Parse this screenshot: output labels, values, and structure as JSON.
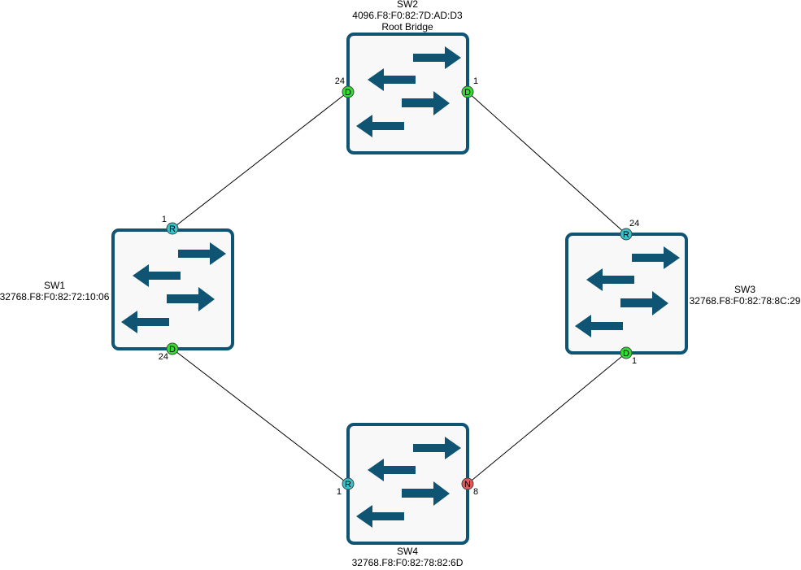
{
  "colors": {
    "switch_border": "#0f5472",
    "switch_fill": "#f8f8f8",
    "arrow": "#0f5472",
    "link": "#000000",
    "role_designated": "#33dd33",
    "role_root": "#33c4cc",
    "role_blocked": "#e85757"
  },
  "switches": [
    {
      "id": "sw2",
      "name": "SW2",
      "bridge_id": "4096.F8:F0:82:7D:AD:D3",
      "note": "Root Bridge",
      "icon": "network-switch-icon"
    },
    {
      "id": "sw1",
      "name": "SW1",
      "bridge_id": "32768.F8:F0:82:72:10:06",
      "icon": "network-switch-icon"
    },
    {
      "id": "sw3",
      "name": "SW3",
      "bridge_id": "32768.F8:F0:82:78:8C:29",
      "icon": "network-switch-icon"
    },
    {
      "id": "sw4",
      "name": "SW4",
      "bridge_id": "32768.F8:F0:82:78:82:6D",
      "icon": "network-switch-icon"
    }
  ],
  "ports": {
    "sw2_p24": {
      "number": "24",
      "role": "D"
    },
    "sw2_p1": {
      "number": "1",
      "role": "D"
    },
    "sw1_p1": {
      "number": "1",
      "role": "R"
    },
    "sw1_p24": {
      "number": "24",
      "role": "D"
    },
    "sw3_p24": {
      "number": "24",
      "role": "R"
    },
    "sw3_p1": {
      "number": "1",
      "role": "D"
    },
    "sw4_p1": {
      "number": "1",
      "role": "R"
    },
    "sw4_p8": {
      "number": "8",
      "role": "N"
    }
  },
  "links": [
    {
      "from": "sw2_p24",
      "to": "sw1_p1"
    },
    {
      "from": "sw2_p1",
      "to": "sw3_p24"
    },
    {
      "from": "sw1_p24",
      "to": "sw4_p1"
    },
    {
      "from": "sw3_p1",
      "to": "sw4_p8"
    }
  ]
}
